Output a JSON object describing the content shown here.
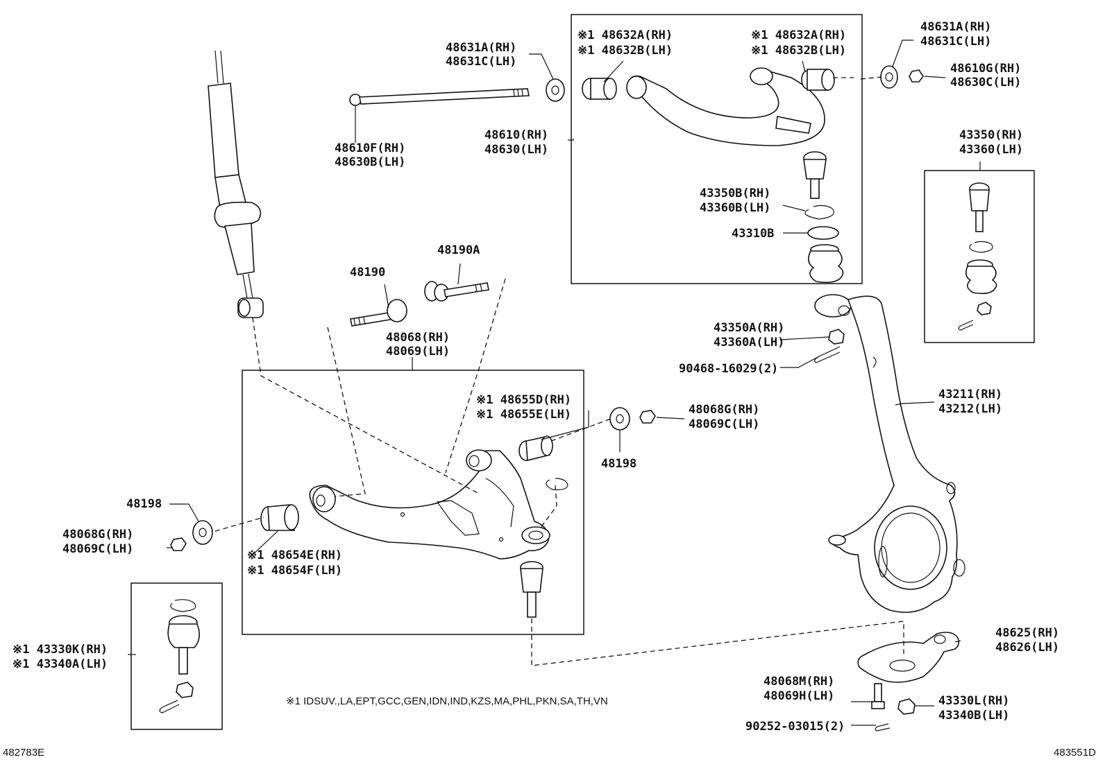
{
  "diagram": {
    "labels": {
      "p48631A_rh_top": "48631A(RH)",
      "p48631C_lh_top": "48631C(LH)",
      "p48610F": "48610F(RH)",
      "p48630B": "48630B(LH)",
      "p48632A_l": "※1 48632A(RH)",
      "p48632B_l": "※1 48632B(LH)",
      "p48632A_r": "※1 48632A(RH)",
      "p48632B_r": "※1 48632B(LH)",
      "p48631A_r": "48631A(RH)",
      "p48631C_r": "48631C(LH)",
      "p48610G": "48610G(RH)",
      "p48630C": "48630C(LH)",
      "p48610": "48610(RH)",
      "p48630": "48630(LH)",
      "p43350": "43350(RH)",
      "p43360": "43360(LH)",
      "p43350B": "43350B(RH)",
      "p43360B": "43360B(LH)",
      "p43310B": "43310B",
      "p48190": "48190",
      "p48190A": "48190A",
      "p48068": "48068(RH)",
      "p48069": "48069(LH)",
      "p43350A": "43350A(RH)",
      "p43360A": "43360A(LH)",
      "p90468": "90468-16029(2)",
      "p48655D": "※1 48655D(RH)",
      "p48655E": "※1 48655E(LH)",
      "p48068G_r": "48068G(RH)",
      "p48069C_r": "48069C(LH)",
      "p48198_r": "48198",
      "p43211": "43211(RH)",
      "p43212": "43212(LH)",
      "p48198_l": "48198",
      "p48068G_l": "48068G(RH)",
      "p48069C_l": "48069C(LH)",
      "p48654E": "※1 48654E(RH)",
      "p48654F": "※1 48654F(LH)",
      "p43330K": "※1 43330K(RH)",
      "p43340A": "※1 43340A(LH)",
      "p48625": "48625(RH)",
      "p48626": "48626(LH)",
      "p48068M": "48068M(RH)",
      "p48069H": "48069H(LH)",
      "p43330L": "43330L(RH)",
      "p43340B": "43340B(LH)",
      "p90252": "90252-03015(2)"
    },
    "footnote": "※1 IDSUV.,LA,EPT,GCC,GEN,IDN,IND,KZS,MA,PHL,PKN,SA,TH,VN",
    "ref_left": "482783E",
    "ref_right": "483551D"
  }
}
